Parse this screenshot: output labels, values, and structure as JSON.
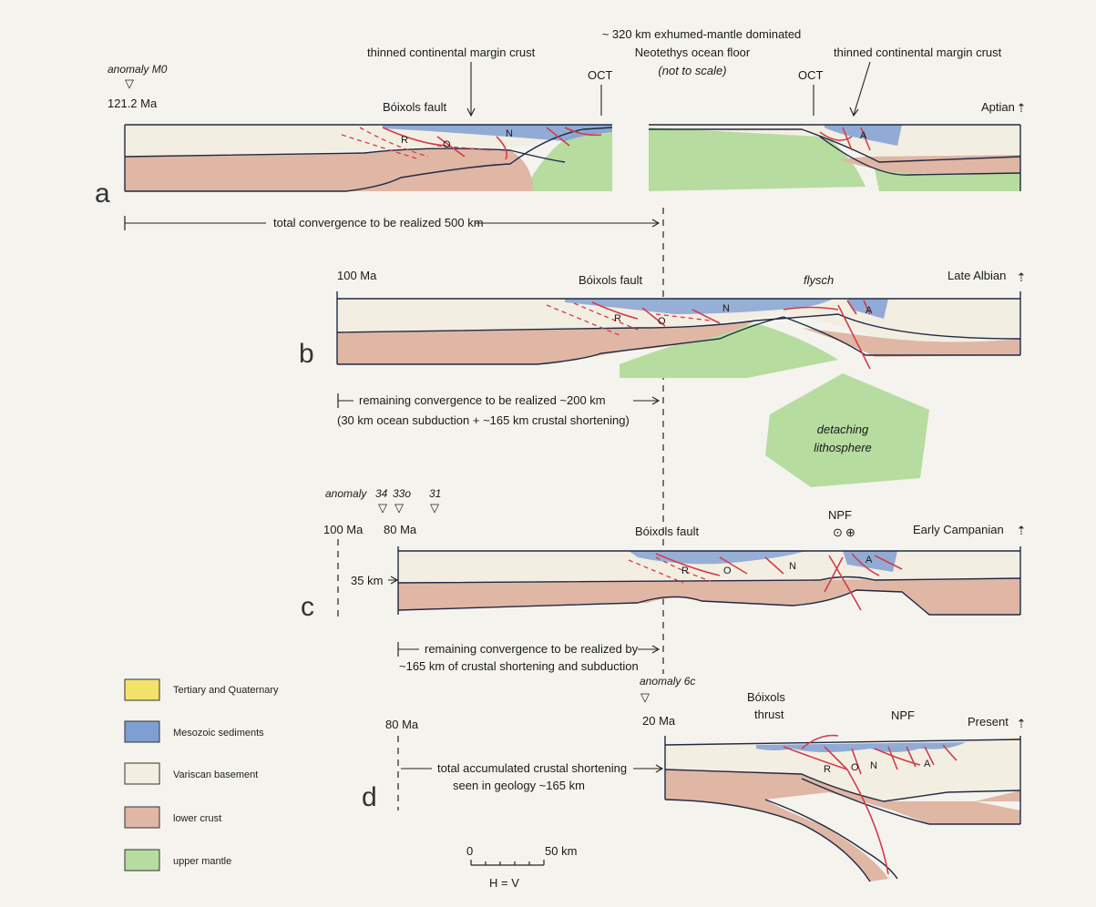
{
  "top_labels": {
    "thinned_crust_left": "thinned continental margin crust",
    "exhumed_line1": "~ 320 km exhumed-mantle dominated",
    "exhumed_line2": "Neotethys ocean floor",
    "exhumed_line3": "(not to scale)",
    "thinned_crust_right": "thinned continental margin crust",
    "oct_left": "OCT",
    "oct_right": "OCT"
  },
  "panels": {
    "a": {
      "letter": "a",
      "anomaly_label": "anomaly M0",
      "age": "121.2 Ma",
      "fault_label": "Bóixols fault",
      "stage": "Aptian",
      "unit_r": "R",
      "unit_o": "O",
      "unit_n": "N",
      "unit_a": "A",
      "convergence": "total convergence to be realized 500 km"
    },
    "b": {
      "letter": "b",
      "age": "100 Ma",
      "fault_label": "Bóixols fault",
      "flysch": "flysch",
      "stage": "Late Albian",
      "unit_r": "R",
      "unit_o": "O",
      "unit_n": "N",
      "unit_a": "A",
      "convergence_line1": "remaining convergence to be realized ~200 km",
      "convergence_line2": "(30 km ocean subduction + ~165 km crustal shortening)",
      "detaching_line1": "detaching",
      "detaching_line2": "lithosphere"
    },
    "c": {
      "letter": "c",
      "anomaly_label": "anomaly",
      "anomaly_34": "34",
      "anomaly_33o": "33o",
      "anomaly_31": "31",
      "age_100": "100 Ma",
      "age_80": "80 Ma",
      "depth": "35 km",
      "fault_label": "Bóixols fault",
      "npf": "NPF",
      "stage": "Early Campanian",
      "unit_r": "R",
      "unit_o": "O",
      "unit_n": "N",
      "unit_a": "A",
      "convergence_line1": "remaining convergence to be realized by",
      "convergence_line2": "~165 km of crustal shortening and subduction"
    },
    "d": {
      "letter": "d",
      "age_80": "80 Ma",
      "anomaly_label": "anomaly 6c",
      "age_20": "20 Ma",
      "thrust_line1": "Bóixols",
      "thrust_line2": "thrust",
      "npf": "NPF",
      "stage": "Present",
      "unit_r": "R",
      "unit_o": "O",
      "unit_n": "N",
      "unit_a": "A",
      "shortening_line1": "total accumulated crustal shortening",
      "shortening_line2": "seen in geology ~165 km"
    }
  },
  "legend": [
    {
      "label": "Tertiary and Quaternary",
      "color": "#f3e36a"
    },
    {
      "label": "Mesozoic sediments",
      "color": "#7f9fd3"
    },
    {
      "label": "Variscan basement",
      "color": "#f3eee2"
    },
    {
      "label": "lower crust",
      "color": "#e0b6a4"
    },
    {
      "label": "upper mantle",
      "color": "#b6dca0"
    }
  ],
  "scale_bar": {
    "zero": "0",
    "max": "50 km",
    "ratio": "H = V"
  },
  "colors": {
    "upper_mantle": "#b6dca0",
    "lower_crust": "#e0b6a4",
    "basement": "#f3eee2",
    "mesozoic": "#7f9fd3",
    "tertiary": "#f3e36a",
    "fault": "#d23c4a"
  }
}
